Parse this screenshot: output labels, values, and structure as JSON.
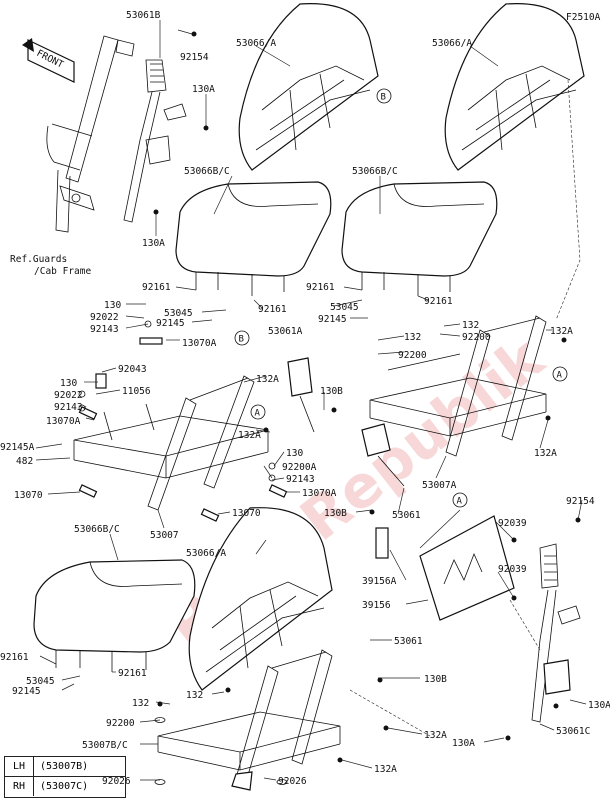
{
  "figure_id": "F2510A",
  "front_label": "FRONT",
  "ref_note": [
    "Ref.Guards",
    "/Cab Frame"
  ],
  "watermark": "PartsRepublik",
  "callouts": {
    "c1": "53061B",
    "c2": "92154",
    "c3": "130A",
    "c4": "130A",
    "c5": "53066/A",
    "c6": "53066/A",
    "c7": "53066B/C",
    "c8": "53066B/C",
    "c9": "92161",
    "c10": "92161",
    "c11": "92161",
    "c12": "92161",
    "c13": "130",
    "c14": "92022",
    "c15": "92143",
    "c16": "53045",
    "c17": "92145",
    "c18": "13070A",
    "c19": "53061A",
    "c20": "53045",
    "c21": "92145",
    "c22": "132",
    "c23": "92200",
    "c24": "132",
    "c25": "92200",
    "c26": "132A",
    "c27": "92043",
    "c28": "130",
    "c29": "11056",
    "c30": "92022",
    "c31": "92143",
    "c32": "13070A",
    "c33": "92145A",
    "c34": "482",
    "c35": "13070",
    "c36": "132A",
    "c37": "130B",
    "c38": "132A",
    "c39": "130",
    "c40": "92200A",
    "c41": "92143",
    "c42": "13070A",
    "c43": "13070",
    "c44": "53007",
    "c45": "132A",
    "c46": "53007A",
    "c47": "130B",
    "c48": "53061",
    "c49": "92039",
    "c50": "92154",
    "c51": "39156A",
    "c52": "92039",
    "c53": "39156",
    "c54": "53066B/C",
    "c55": "53066/A",
    "c56": "92161",
    "c57": "92161",
    "c58": "53045",
    "c59": "92145",
    "c60": "53061",
    "c61": "130B",
    "c62": "132",
    "c63": "92200",
    "c64": "132A",
    "c65": "53007B/C",
    "c66": "132A",
    "c67": "92026",
    "c68": "92026",
    "c69": "130A",
    "c70": "130A",
    "c71": "53061C"
  },
  "refs": {
    "a": "A",
    "b": "B"
  },
  "legend": [
    {
      "side": "LH",
      "part": "(53007B)"
    },
    {
      "side": "RH",
      "part": "(53007C)"
    }
  ]
}
